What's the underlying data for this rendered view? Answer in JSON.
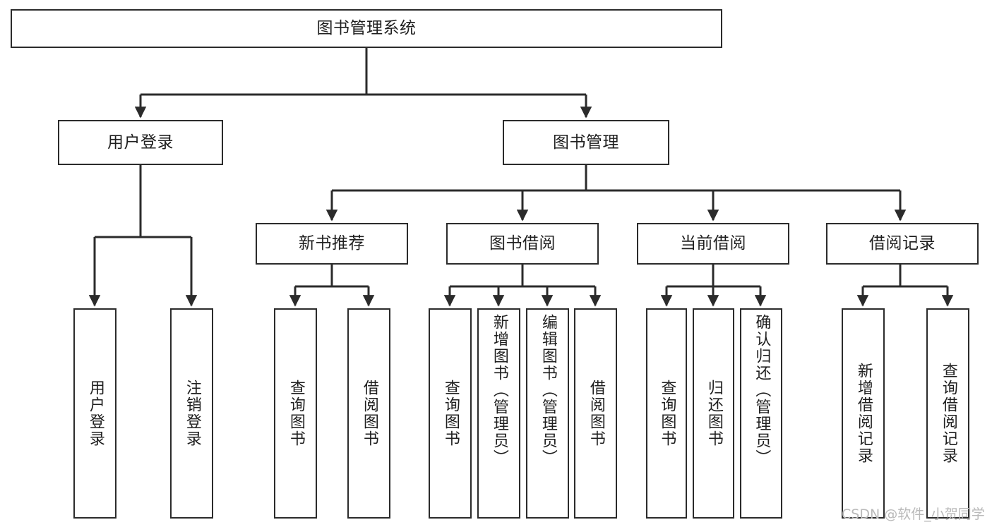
{
  "diagram": {
    "title": "图书管理系统",
    "watermark": "CSDN @软件_小贺同学",
    "root": {
      "label": "图书管理系统"
    },
    "level2": [
      {
        "label": "用户登录"
      },
      {
        "label": "图书管理"
      }
    ],
    "level3": [
      {
        "label": "新书推荐"
      },
      {
        "label": "图书借阅"
      },
      {
        "label": "当前借阅"
      },
      {
        "label": "借阅记录"
      }
    ],
    "leaves": {
      "user_login": [
        {
          "label": "用户登录"
        },
        {
          "label": "注销登录"
        }
      ],
      "new_book_recommend": [
        {
          "label": "查询图书"
        },
        {
          "label": "借阅图书"
        }
      ],
      "book_borrow": [
        {
          "label": "查询图书"
        },
        {
          "label": "新增图书（管理员）"
        },
        {
          "label": "编辑图书（管理员）"
        },
        {
          "label": "借阅图书"
        }
      ],
      "current_borrow": [
        {
          "label": "查询图书"
        },
        {
          "label": "归还图书"
        },
        {
          "label": "确认归还（管理员）"
        }
      ],
      "borrow_record": [
        {
          "label": "新增借阅记录"
        },
        {
          "label": "查询借阅记录"
        }
      ]
    },
    "colors": {
      "stroke": "#2b2b2b",
      "fill": "#ffffff",
      "text": "#1f1f1f",
      "watermark": "#b9b9b9"
    }
  }
}
